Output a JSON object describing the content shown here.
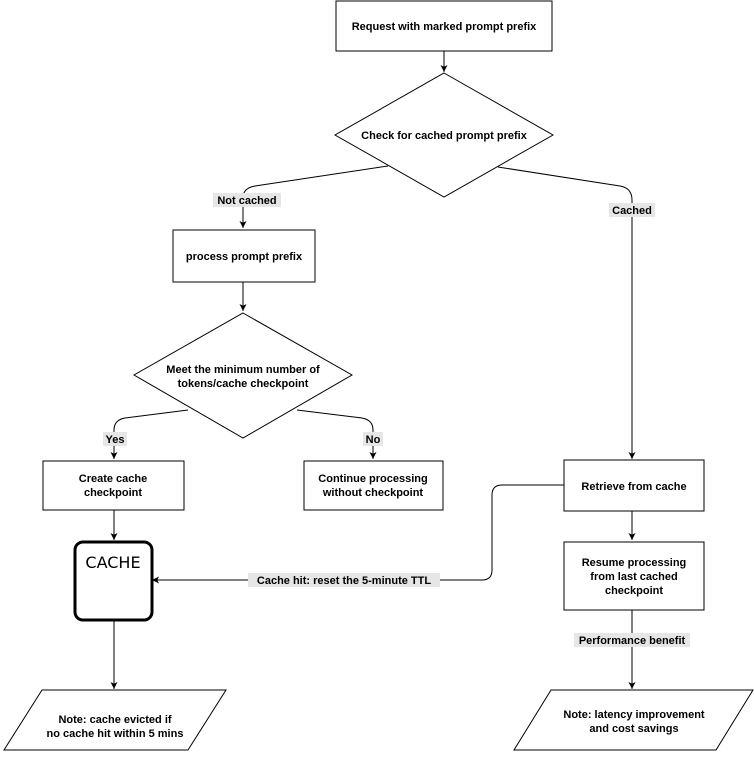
{
  "nodes": {
    "request": "Request with marked prompt prefix",
    "check_cached": "Check for cached prompt prefix",
    "process_prefix": "process prompt prefix",
    "meet_minimum_line1": "Meet the minimum number of",
    "meet_minimum_line2": "tokens/cache checkpoint",
    "create_checkpoint_line1": "Create cache",
    "create_checkpoint_line2": "checkpoint",
    "continue_line1": "Continue processing",
    "continue_line2": "without checkpoint",
    "retrieve": "Retrieve from cache",
    "resume_line1": "Resume processing",
    "resume_line2": "from last cached",
    "resume_line3": "checkpoint",
    "cache": "CACHE",
    "note_evict_line1": "Note: cache evicted if",
    "note_evict_line2": "no cache hit within 5 mins",
    "note_latency_line1": "Note: latency improvement",
    "note_latency_line2": "and cost savings"
  },
  "edges": {
    "not_cached": "Not cached",
    "cached": "Cached",
    "yes": "Yes",
    "no": "No",
    "cache_hit": "Cache hit: reset the 5-minute TTL",
    "performance": "Performance benefit"
  },
  "colors": {
    "stroke": "#000000",
    "label_background": "#e6e6e6"
  }
}
